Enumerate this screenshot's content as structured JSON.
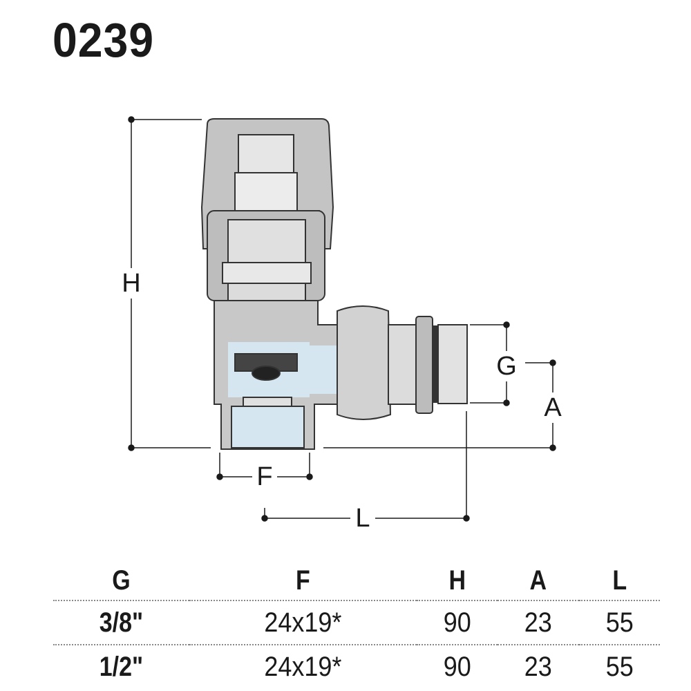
{
  "title": "0239",
  "dimensions": {
    "H": "H",
    "G": "G",
    "A": "A",
    "F": "F",
    "L": "L"
  },
  "table": {
    "headers": [
      "G",
      "F",
      "H",
      "A",
      "L"
    ],
    "rows": [
      [
        "3/8\"",
        "24x19*",
        "90",
        "23",
        "55"
      ],
      [
        "1/2\"",
        "24x19*",
        "90",
        "23",
        "55"
      ]
    ]
  },
  "colors": {
    "body": "#c9c9c9",
    "water": "#d6e6f0",
    "lines": "#1a1a1a"
  }
}
